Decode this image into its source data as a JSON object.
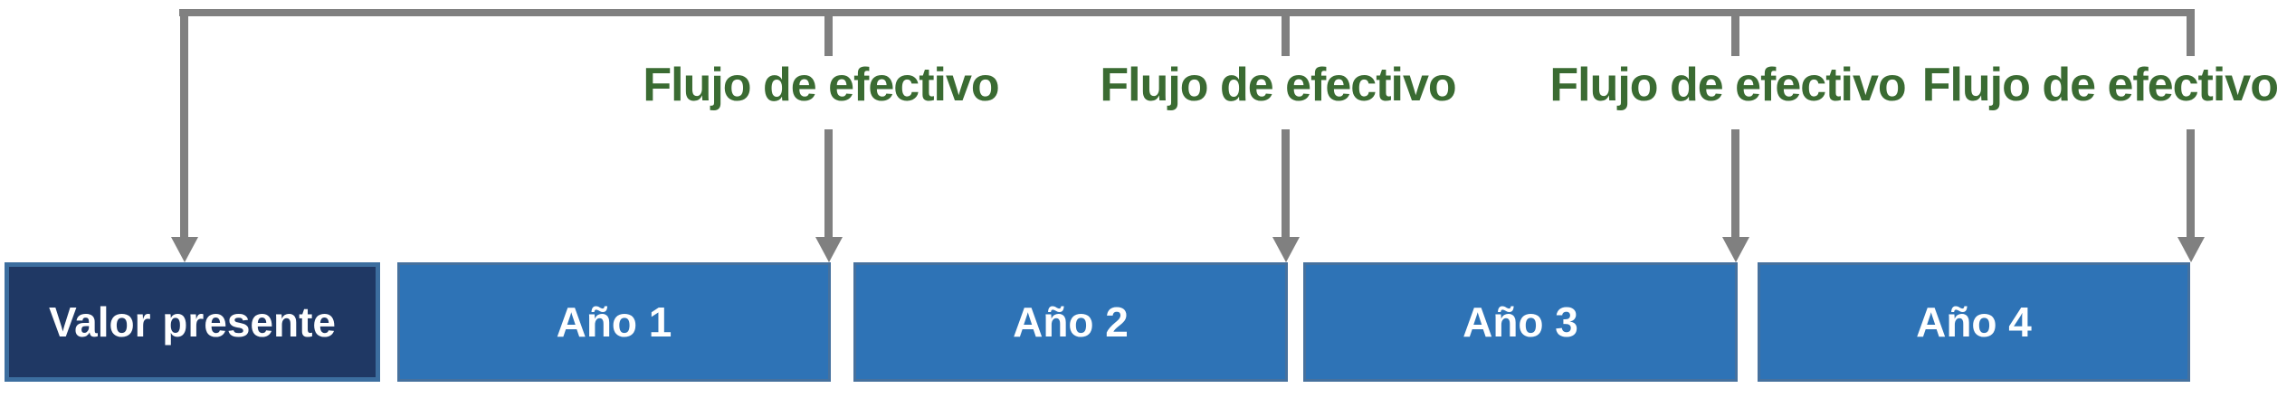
{
  "diagram": {
    "type": "cash-flow-timeline",
    "flow_labels": [
      "Flujo de efectivo",
      "Flujo de efectivo",
      "Flujo de efectivo",
      "Flujo de efectivo"
    ],
    "timeline_boxes": [
      {
        "label": "Valor presente",
        "variant": "present-value"
      },
      {
        "label": "Año 1",
        "variant": "year"
      },
      {
        "label": "Año 2",
        "variant": "year"
      },
      {
        "label": "Año 3",
        "variant": "year"
      },
      {
        "label": "Año 4",
        "variant": "year"
      }
    ],
    "colors": {
      "background": "#FFFFFF",
      "arrow_gray": "#808080",
      "flow_label_green": "#3A6B32",
      "year_box_fill": "#2E73B6",
      "year_box_border": "#46719E",
      "present_value_fill": "#1F3864",
      "present_value_border": "#3C6E9F",
      "box_text": "#FFFFFF"
    }
  }
}
